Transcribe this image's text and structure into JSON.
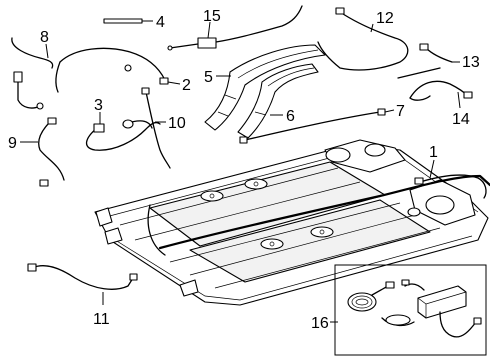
{
  "figure": {
    "callouts": [
      {
        "id": "1",
        "label": "1"
      },
      {
        "id": "2",
        "label": "2"
      },
      {
        "id": "3",
        "label": "3"
      },
      {
        "id": "4",
        "label": "4"
      },
      {
        "id": "5",
        "label": "5"
      },
      {
        "id": "6",
        "label": "6"
      },
      {
        "id": "7",
        "label": "7"
      },
      {
        "id": "8",
        "label": "8"
      },
      {
        "id": "9",
        "label": "9"
      },
      {
        "id": "10",
        "label": "10"
      },
      {
        "id": "11",
        "label": "11"
      },
      {
        "id": "12",
        "label": "12"
      },
      {
        "id": "13",
        "label": "13"
      },
      {
        "id": "14",
        "label": "14"
      },
      {
        "id": "15",
        "label": "15"
      },
      {
        "id": "16",
        "label": "16"
      }
    ]
  }
}
